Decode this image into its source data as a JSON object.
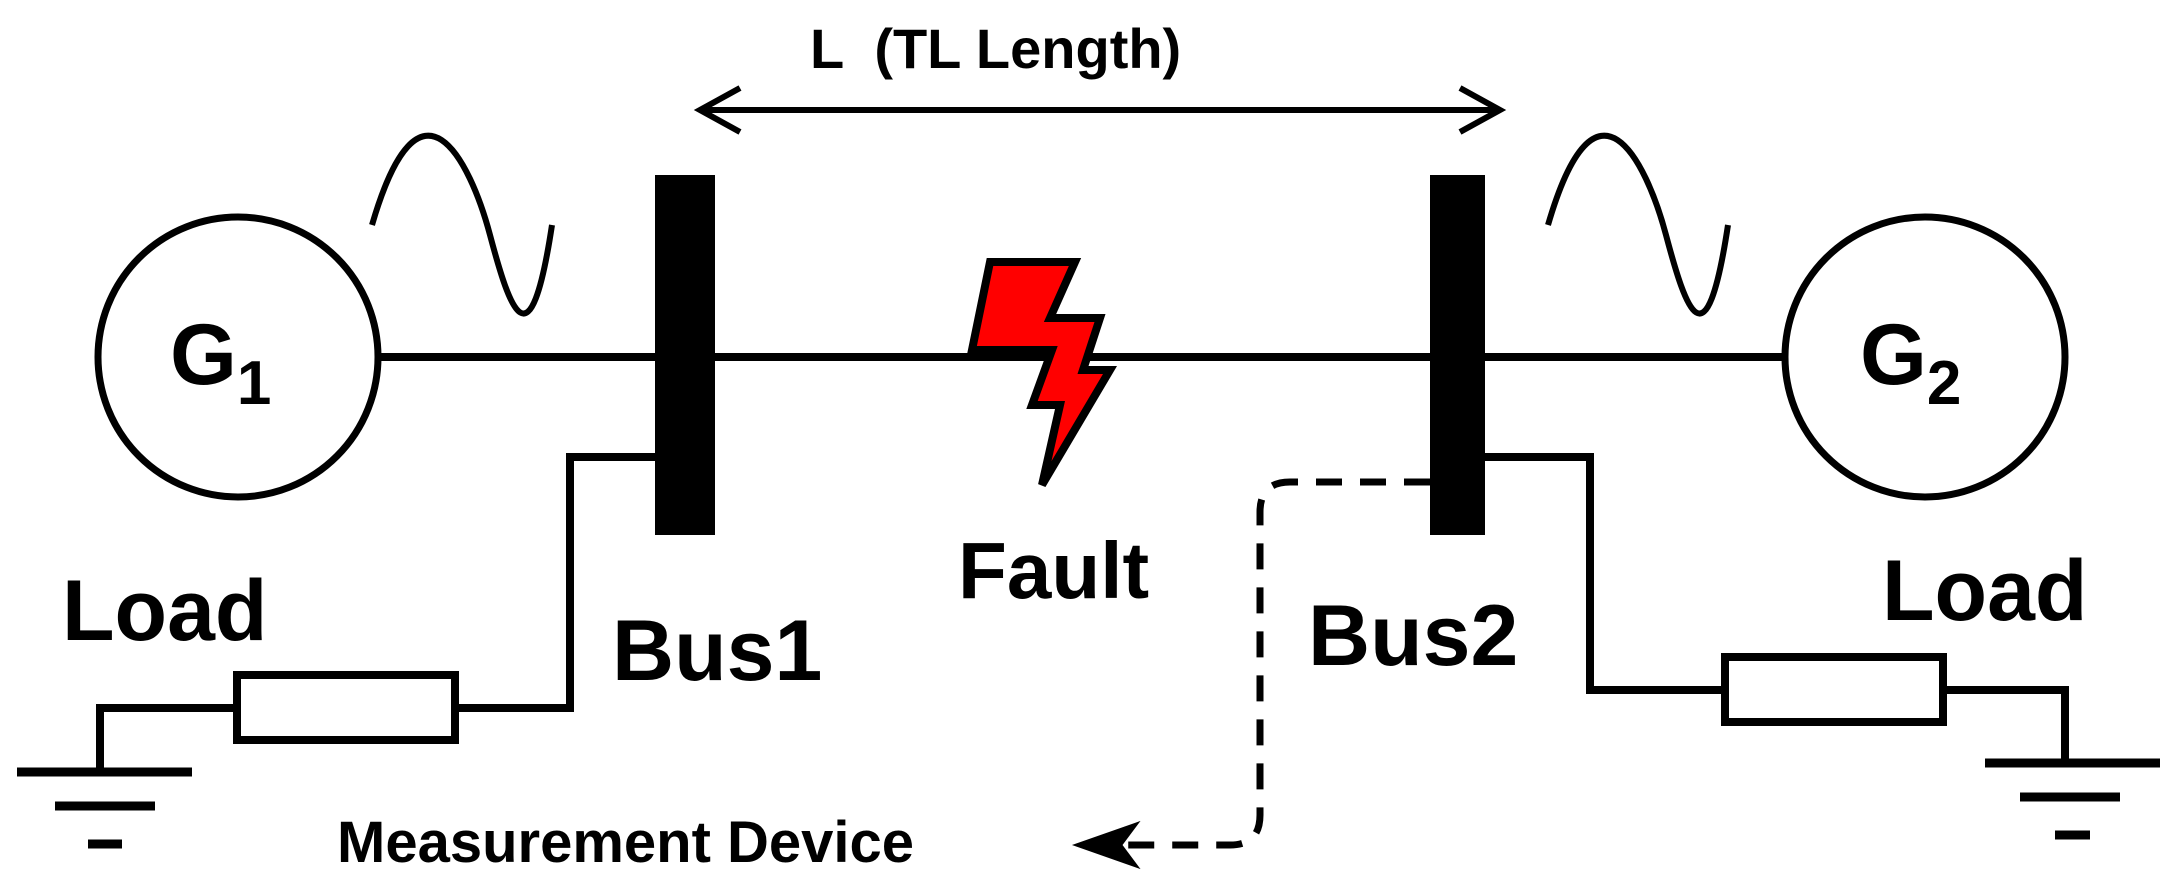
{
  "labels": {
    "length": "L  (TL Length)",
    "generator1": "G",
    "generator1_sub": "1",
    "generator2": "G",
    "generator2_sub": "2",
    "bus1": "Bus1",
    "bus2": "Bus2",
    "fault": "Fault",
    "load_left": "Load",
    "load_right": "Load",
    "measurement": "Measurement Device"
  },
  "colors": {
    "fault_fill": "#ff0000",
    "line": "#000000",
    "background": "#ffffff"
  },
  "icons": {
    "fault": "lightning-bolt-icon",
    "ground": "ground-symbol-icon",
    "ac_source": "sine-wave-icon"
  }
}
